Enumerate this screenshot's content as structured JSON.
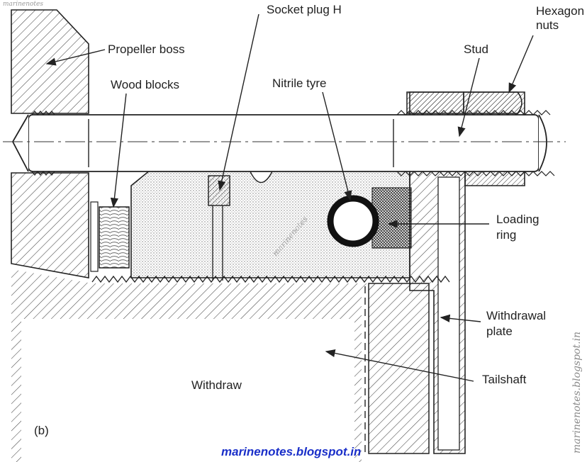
{
  "labels": {
    "socket_plug": "Socket plug H",
    "hexagon_nuts_line1": "Hexagon",
    "hexagon_nuts_line2": "nuts",
    "propeller_boss": "Propeller boss",
    "stud": "Stud",
    "wood_blocks": "Wood blocks",
    "nitrile_tyre": "Nitrile tyre",
    "loading_ring_line1": "Loading",
    "loading_ring_line2": "ring",
    "withdrawal_plate_line1": "Withdrawal",
    "withdrawal_plate_line2": "plate",
    "tailshaft": "Tailshaft",
    "withdraw": "Withdraw",
    "figure_tag": "(b)"
  },
  "watermarks": {
    "top_left": "marinenotes",
    "middle": "marinenotes",
    "side": "marinenotes.blogspot.in",
    "credit": "marinenotes.blogspot.in"
  }
}
